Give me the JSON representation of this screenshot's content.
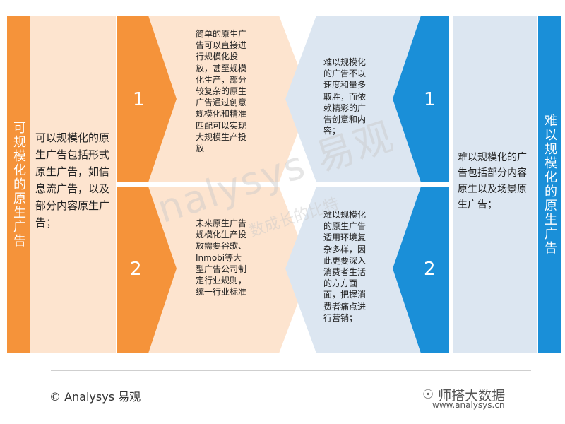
{
  "left": {
    "title": "可规模化的原生广告",
    "description": "可以规模化的原生广告包括形式原生广告，如信息流广告，以及部分内容原生广告；"
  },
  "right": {
    "title": "难以规模化的原生广告",
    "description": "难以规模化的广告包括部分内容原生以及场景原生广告；"
  },
  "left_items": [
    {
      "number": "1",
      "text": "简单的原生广告可以直接进行规模化投放，甚至规模化生产，部分较复杂的原生广告通过创意规模化和精准匹配可以实现大规模生产投放"
    },
    {
      "number": "2",
      "text": "未来原生广告规模化生产投放需要谷歌、Inmobi等大型广告公司制定行业规则，统一行业标准"
    }
  ],
  "right_items": [
    {
      "number": "1",
      "text": "难以规模化的广告不以速度和量多取胜，而依赖精彩的广告创意和内容；"
    },
    {
      "number": "2",
      "text": "难以规模化的原生广告适用环境复杂多样，因此更要深入消费者生活的方方面面，把握消费者痛点进行营销；"
    }
  ],
  "watermark": {
    "brand": "nalysys 易观",
    "slogan": "数成长的比特"
  },
  "footer": {
    "copyright": "© Analysys 易观",
    "url": "www.analysys.cn",
    "wechat": "师搭大数据"
  },
  "colors": {
    "orange": "#f5933a",
    "peach": "#fde4cf",
    "blue": "#1a8fd8",
    "light_blue": "#dce6f1"
  }
}
